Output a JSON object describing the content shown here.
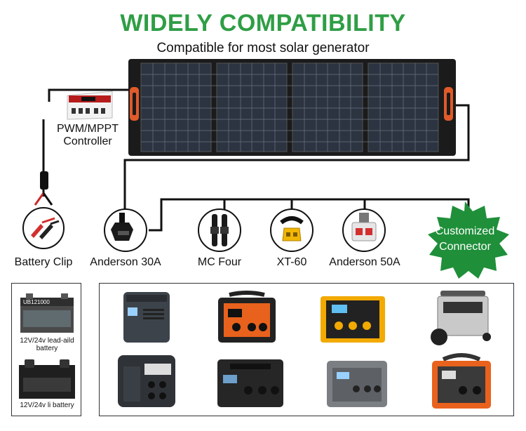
{
  "header": {
    "title": "WIDELY COMPATIBILITY",
    "subtitle": "Compatible for most solar generator"
  },
  "controller": {
    "label_line1": "PWM/MPPT",
    "label_line2": "Controller"
  },
  "connectors": [
    {
      "label": "Battery Clip",
      "icon": "alligator-clip-icon"
    },
    {
      "label": "Anderson 30A",
      "icon": "anderson-30a-plug-icon"
    },
    {
      "label": "MC Four",
      "icon": "mc4-connector-icon"
    },
    {
      "label": "XT-60",
      "icon": "xt60-plug-icon"
    },
    {
      "label": "Anderson 50A",
      "icon": "anderson-50a-plug-icon"
    }
  ],
  "custom_badge": {
    "line1": "Customized",
    "line2": "Connector",
    "color": "#1f8f3a"
  },
  "batteries": [
    {
      "label": "12V/24v lead-aild battery",
      "brand": "UB121000"
    },
    {
      "label": "12V/24v li battery"
    }
  ],
  "colors": {
    "title_green": "#2f9e45",
    "panel_orange": "#e05a2a",
    "cable": "#111111"
  }
}
